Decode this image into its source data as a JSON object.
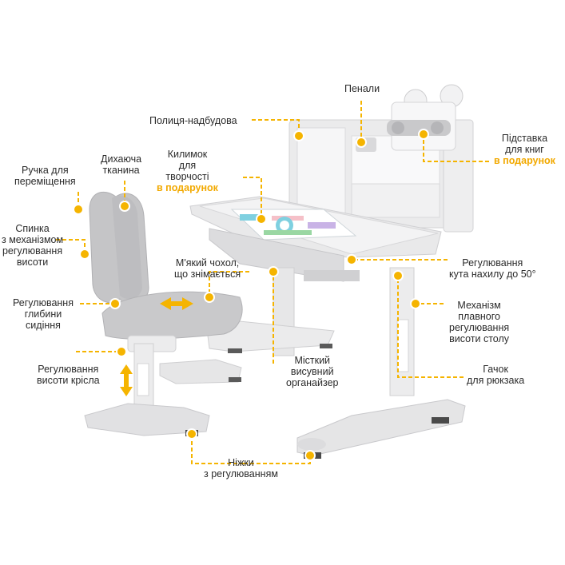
{
  "accent_color": "#f5b400",
  "callouts": {
    "carry_handle": [
      "Ручка для",
      "переміщення"
    ],
    "breathable_fabric": [
      "Дихаюча",
      "тканина"
    ],
    "backrest": [
      "Спинка",
      "з механізмом",
      "регулювання",
      "висоти"
    ],
    "seat_depth": [
      "Регулювання",
      "глибини",
      "сидіння"
    ],
    "chair_height": [
      "Регулювання",
      "висоти крісла"
    ],
    "soft_cover": [
      "М'який чохол,",
      "що знімається"
    ],
    "art_mat": {
      "lines": [
        "Килимок",
        "для",
        "творчості"
      ],
      "gift": "в подарунок"
    },
    "shelf": [
      "Полиця-надбудова"
    ],
    "pencil_case": [
      "Пенали"
    ],
    "book_stand": {
      "lines": [
        "Підставка",
        "для книг"
      ],
      "gift": "в подарунок"
    },
    "tilt": [
      "Регулювання",
      "кута нахилу до 50°"
    ],
    "height_mechanism": [
      "Механізм",
      "плавного",
      "регулювання",
      "висоти столу"
    ],
    "organizer": [
      "Місткий",
      "висувний",
      "органайзер"
    ],
    "bag_hook": [
      "Гачок",
      "для рюкзака"
    ],
    "feet": [
      "Ніжки",
      "з регулюванням"
    ]
  }
}
